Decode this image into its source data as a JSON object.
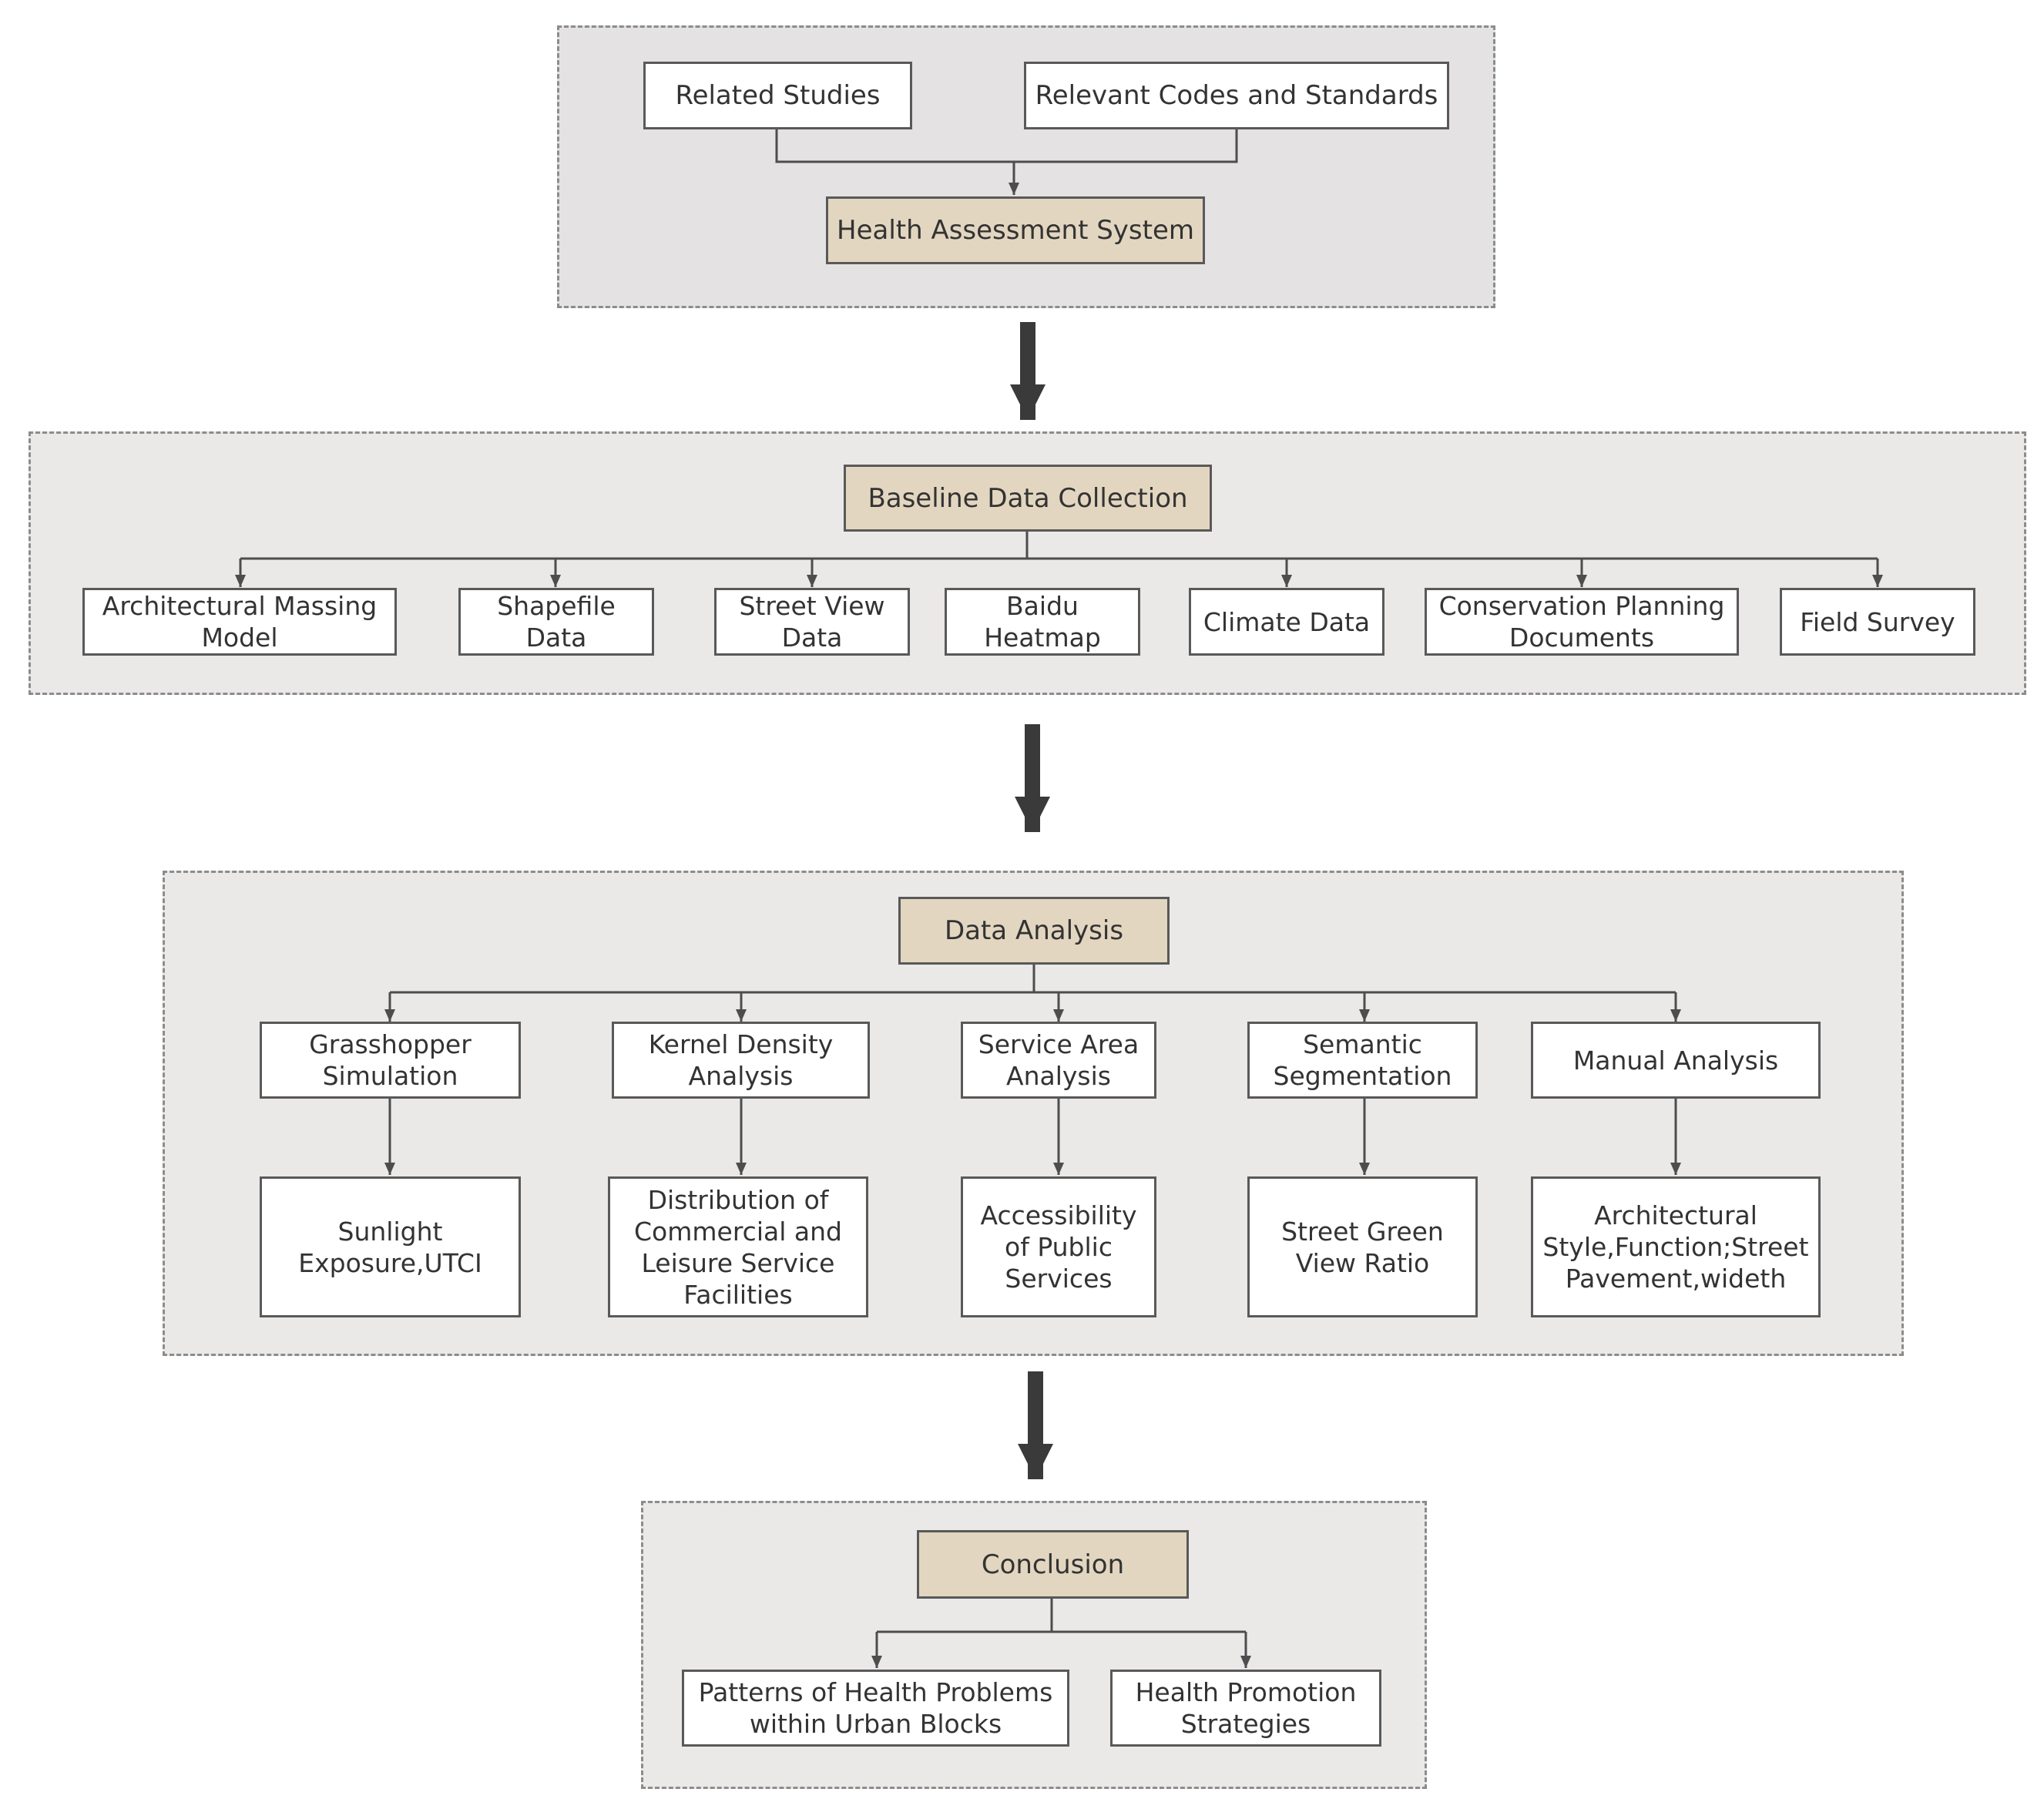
{
  "colors": {
    "group_fill": "#ebe8e8",
    "group_fill_top": "#e4e2e2",
    "highlight": "#e3d6c0",
    "line": "#4d4d4d",
    "big_arrow": "#3a3a3a"
  },
  "sections": {
    "assessment": {
      "inputs": [
        "Related Studies",
        "Relevant Codes and Standards"
      ],
      "system": "Health Assessment System"
    },
    "collection": {
      "title": "Baseline Data Collection",
      "items": [
        "Architectural Massing\nModel",
        "Shapefile\nData",
        "Street View\nData",
        "Baidu\nHeatmap",
        "Climate Data",
        "Conservation Planning\nDocuments",
        "Field Survey"
      ]
    },
    "analysis": {
      "title": "Data Analysis",
      "methods": [
        "Grasshopper\nSimulation",
        "Kernel Density\nAnalysis",
        "Service Area\nAnalysis",
        "Semantic\nSegmentation",
        "Manual Analysis"
      ],
      "outputs": [
        "Sunlight\nExposure,UTCI",
        "Distribution of\nCommercial and\nLeisure Service\nFacilities",
        "Accessibility\nof Public\nServices",
        "Street Green\nView Ratio",
        "Architectural\nStyle,Function;Street\nPavement,wideth"
      ]
    },
    "conclusion": {
      "title": "Conclusion",
      "items": [
        "Patterns of Health Problems\nwithin Urban Blocks",
        "Health Promotion\nStrategies"
      ]
    }
  }
}
